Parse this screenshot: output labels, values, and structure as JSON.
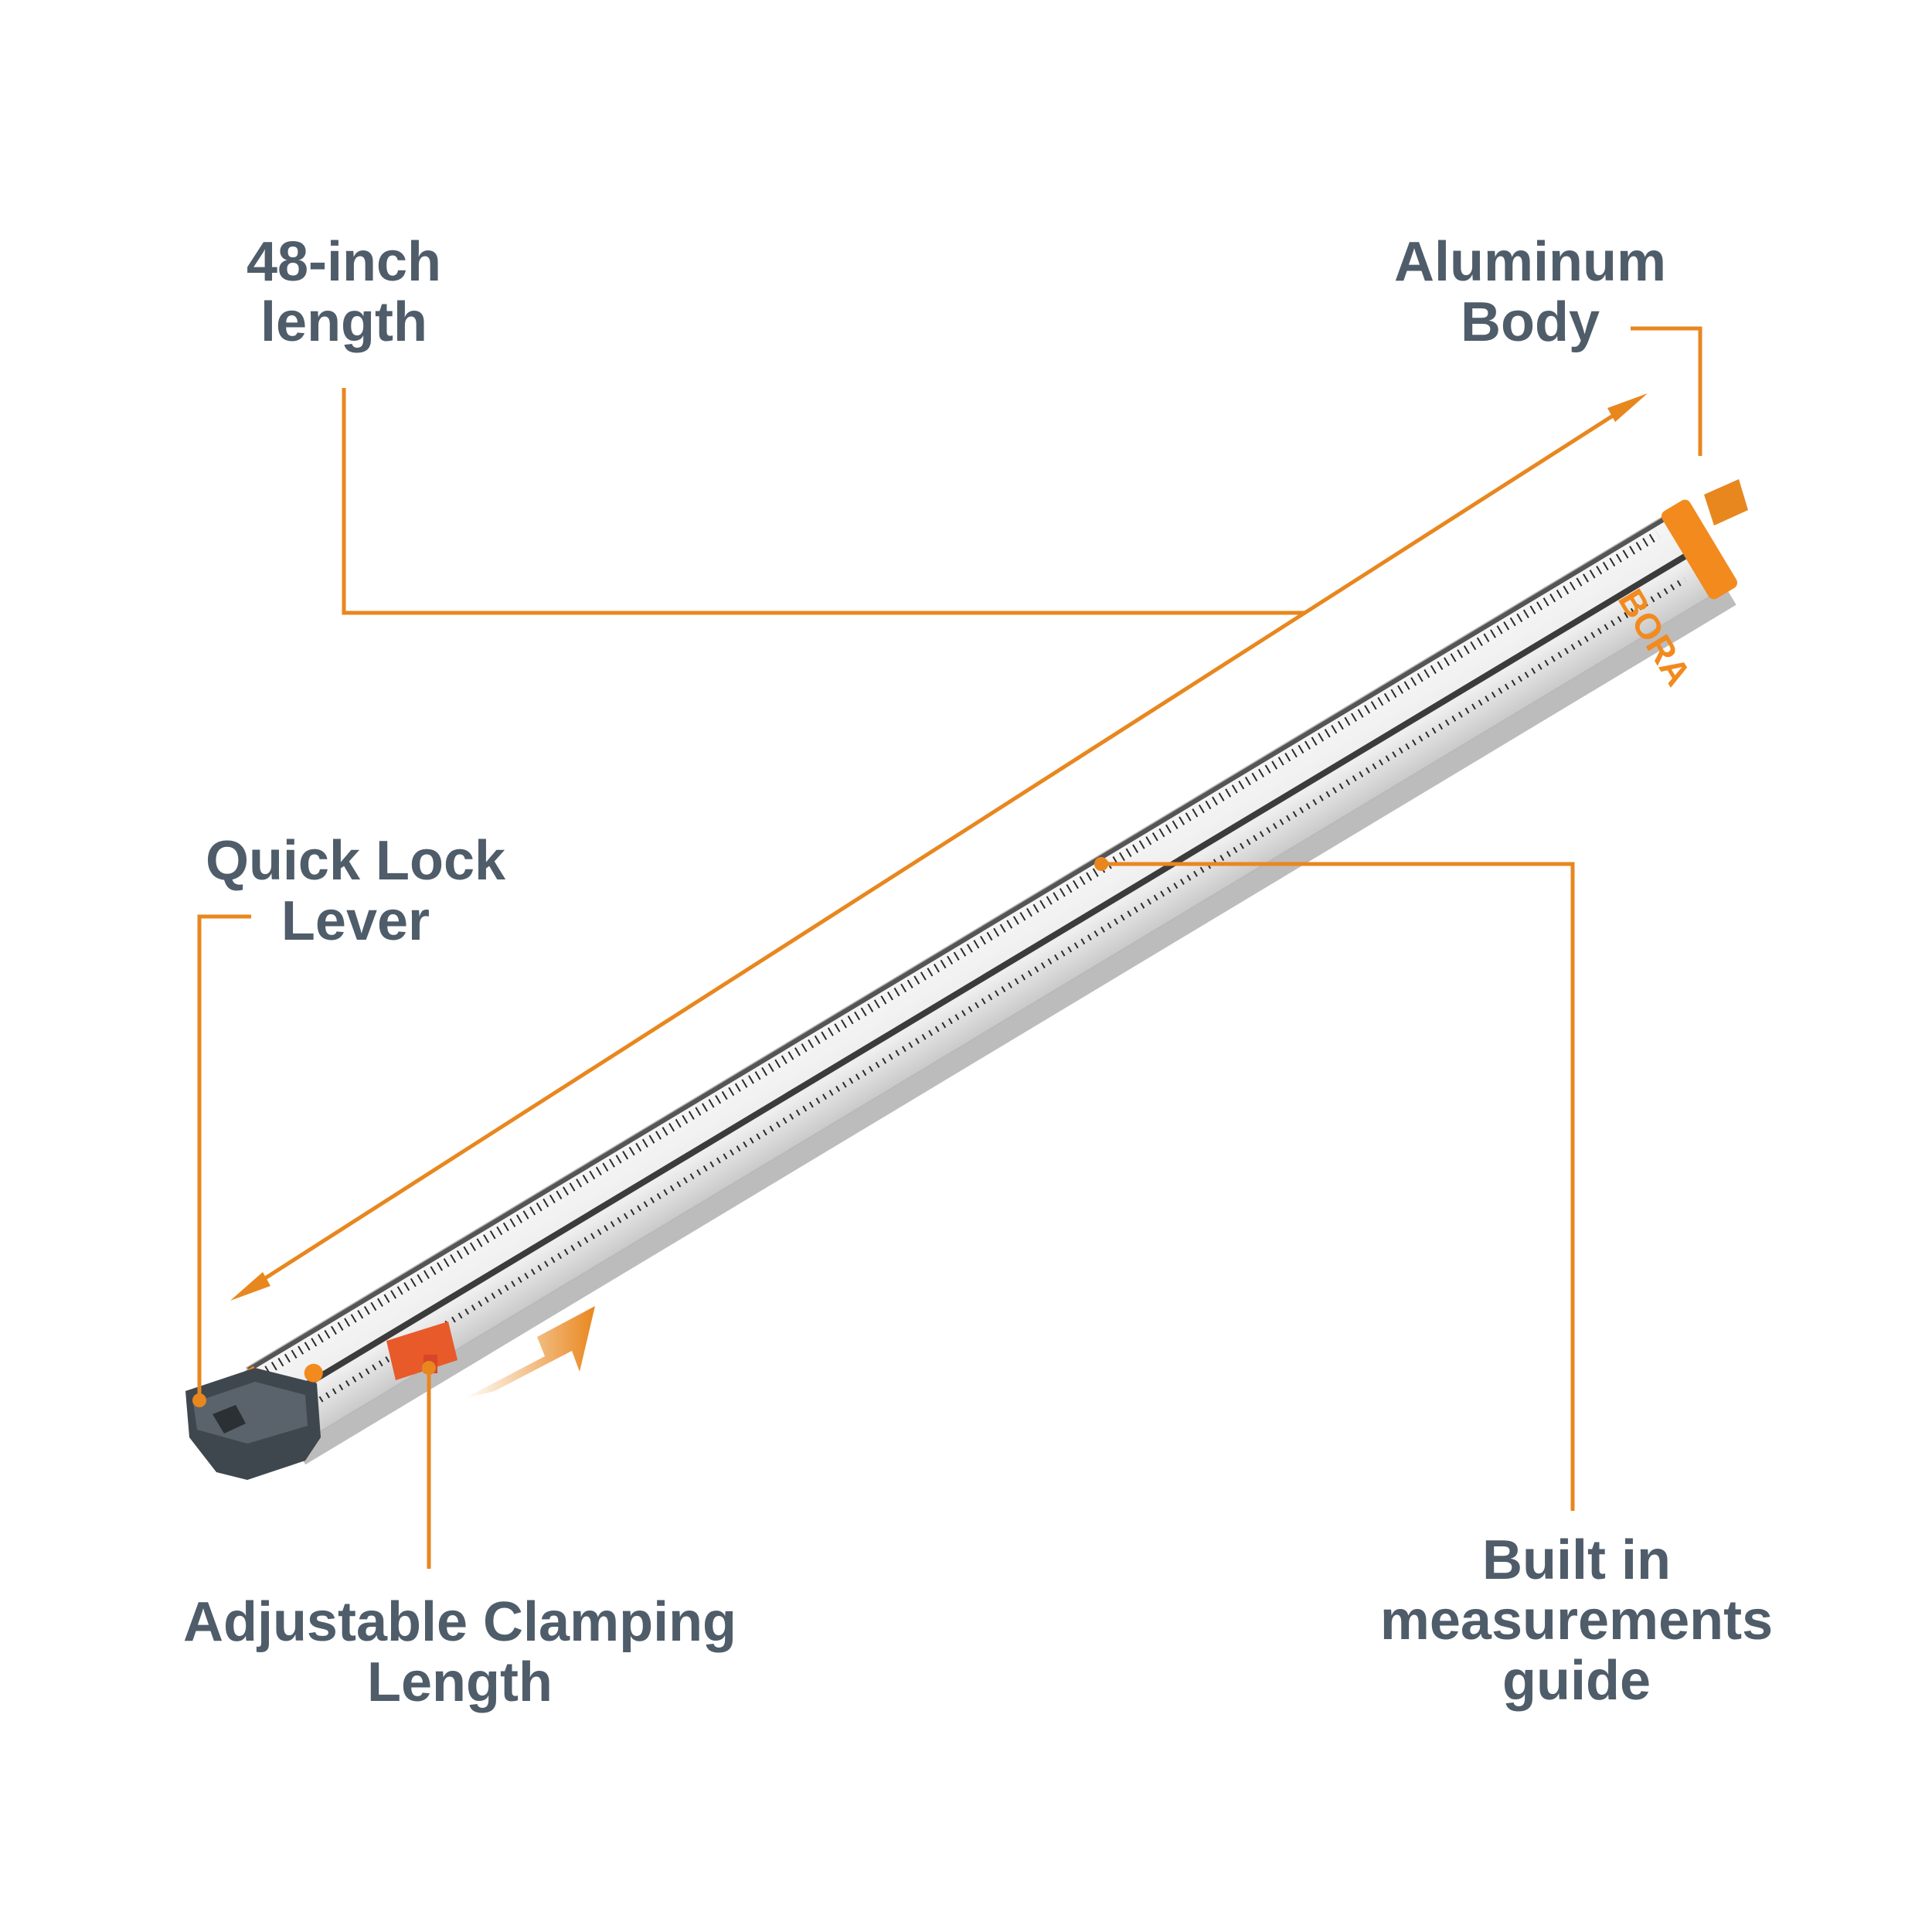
{
  "accent_color": "#e8871e",
  "text_color": "#4f5c69",
  "callouts": {
    "length": {
      "line1": "48-inch",
      "line2": "length"
    },
    "body": {
      "line1": "Aluminum",
      "line2": "Body"
    },
    "lever": {
      "line1": "Quick Lock",
      "line2": "Lever"
    },
    "clamping": {
      "line1": "Adjustable Clamping",
      "line2": "Length"
    },
    "guide": {
      "line1": "Built in",
      "line2": "measurements",
      "line3": "guide"
    }
  },
  "product": {
    "brand": "BORA",
    "icons": [
      "clamp-edge-icon",
      "lever-icon",
      "slide-arrow-icon"
    ]
  }
}
